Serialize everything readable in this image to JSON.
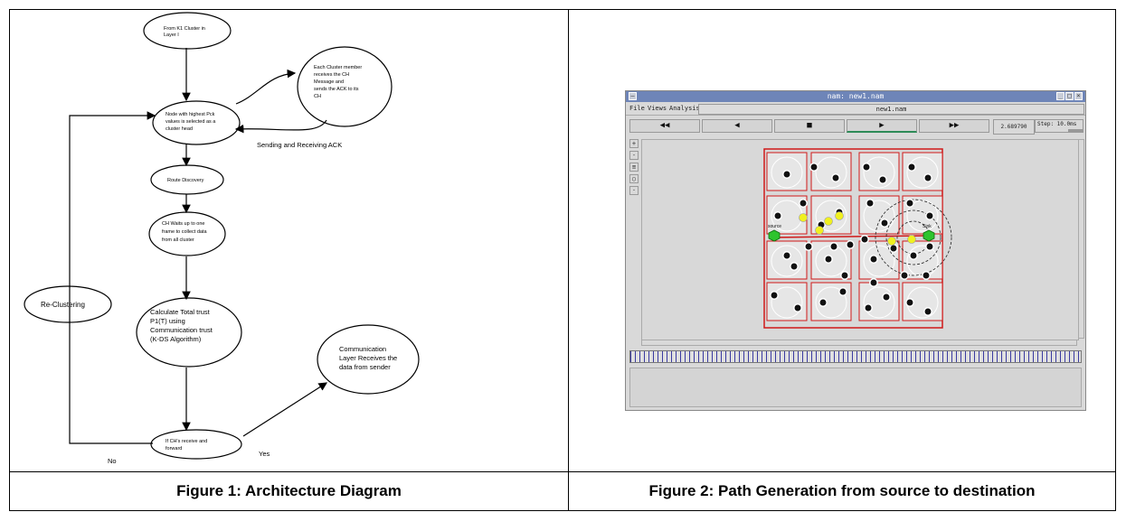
{
  "figure1": {
    "caption": "Figure 1: Architecture Diagram",
    "nodes": {
      "start": [
        "From K1 Cluster in",
        "Layer I"
      ],
      "select_ch": [
        "Node with highest Pck",
        "values is selected as a",
        "cluster head"
      ],
      "member": [
        "Each Cluster member",
        "receives the CH",
        "Message and",
        "sends the ACK to its",
        "CH"
      ],
      "route": [
        "Route Discovery"
      ],
      "wait": [
        "CH Waits up to one",
        "frame to collect data",
        "from all cluster"
      ],
      "calc": [
        "Calculate Total trust",
        "P1(T) using",
        "Communication trust",
        "(K-DS Algorithm)"
      ],
      "comm": [
        "Communication",
        "Layer Receives the",
        "data from sender"
      ],
      "decision": [
        "If CH's receive and",
        "forward"
      ],
      "recluster": [
        "Re-Clustering"
      ]
    },
    "labels": {
      "ack": "Sending and Receiving  ACK",
      "no": "No",
      "yes": "Yes"
    }
  },
  "figure2": {
    "caption": "Figure 2: Path Generation from source to destination",
    "window_title": "nam: new1.nam",
    "menu": [
      "File",
      "Views",
      "Analysis"
    ],
    "filename": "new1.nam",
    "controls": [
      "◀◀",
      "◀",
      "■",
      "▶",
      "▶▶"
    ],
    "time": "2.689790",
    "step": "Step: 10.0ms",
    "src_label": "source",
    "sink_label": "Sink"
  }
}
